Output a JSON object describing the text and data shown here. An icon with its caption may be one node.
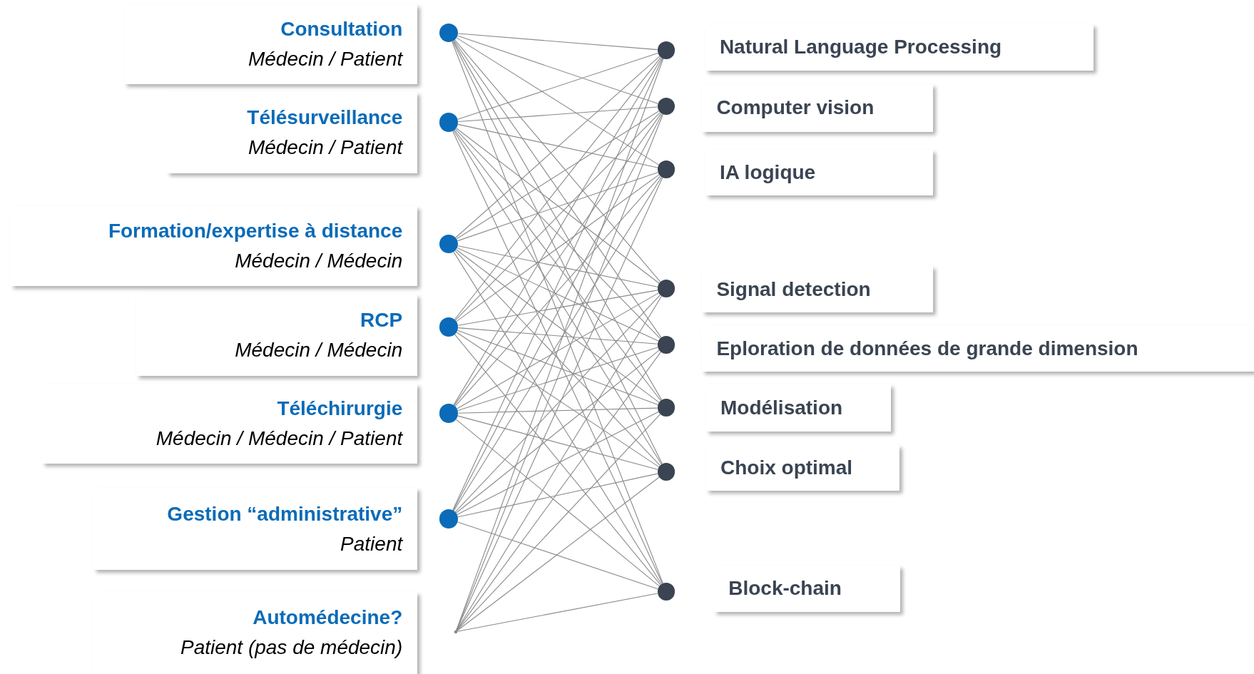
{
  "diagram": {
    "nodes": [
      {
        "text": [
          "Consultation",
          "Médecin / Patient"
        ]
      },
      {
        "text": [
          "Télésurveillance",
          "Médecin / Patient"
        ]
      },
      {
        "text": [
          "Formation/expertise à distance",
          "Médecin / Médecin"
        ]
      },
      {
        "text": [
          "RCP",
          "Médecin / Médecin"
        ]
      },
      {
        "text": [
          "Téléchirurgie",
          "Médecin / Médecin / Patient"
        ]
      },
      {
        "text": [
          "Gestion “administrative”",
          "Patient"
        ]
      },
      {
        "text": [
          "Automédecine?",
          "Patient (pas de médecin)"
        ]
      },
      {
        "text": [],
        "shape": "circle"
      },
      {
        "text": [],
        "shape": "circle"
      },
      {
        "text": [],
        "shape": "circle"
      },
      {
        "text": [],
        "shape": "circle"
      },
      {
        "text": [],
        "shape": "circle"
      },
      {
        "text": [],
        "shape": "circle"
      },
      {
        "text": [],
        "shape": "point"
      },
      {
        "text": [],
        "shape": "circle"
      },
      {
        "text": [],
        "shape": "circle"
      },
      {
        "text": [],
        "shape": "circle"
      },
      {
        "text": [],
        "shape": "circle"
      },
      {
        "text": [],
        "shape": "circle"
      },
      {
        "text": [],
        "shape": "circle"
      },
      {
        "text": [],
        "shape": "circle"
      },
      {
        "text": [],
        "shape": "circle"
      },
      {
        "text": [
          "Natural Language Processing"
        ]
      },
      {
        "text": [
          "Computer vision"
        ]
      },
      {
        "text": [
          "IA logique"
        ]
      },
      {
        "text": [
          "Signal detection"
        ]
      },
      {
        "text": [
          "Eploration de données de grande dimension"
        ]
      },
      {
        "text": [
          "Modélisation"
        ]
      },
      {
        "text": [
          "Choix optimal"
        ]
      },
      {
        "text": [
          "Block-chain"
        ]
      }
    ],
    "edges": [
      {
        "from": 7,
        "to": 14,
        "arrow": "none"
      },
      {
        "from": 7,
        "to": 15,
        "arrow": "none"
      },
      {
        "from": 7,
        "to": 16,
        "arrow": "none"
      },
      {
        "from": 7,
        "to": 17,
        "arrow": "none"
      },
      {
        "from": 7,
        "to": 18,
        "arrow": "none"
      },
      {
        "from": 7,
        "to": 19,
        "arrow": "none"
      },
      {
        "from": 7,
        "to": 20,
        "arrow": "none"
      },
      {
        "from": 7,
        "to": 21,
        "arrow": "none"
      },
      {
        "from": 8,
        "to": 14,
        "arrow": "none"
      },
      {
        "from": 8,
        "to": 15,
        "arrow": "none"
      },
      {
        "from": 8,
        "to": 16,
        "arrow": "none"
      },
      {
        "from": 8,
        "to": 17,
        "arrow": "none"
      },
      {
        "from": 8,
        "to": 18,
        "arrow": "none"
      },
      {
        "from": 8,
        "to": 19,
        "arrow": "none"
      },
      {
        "from": 8,
        "to": 20,
        "arrow": "none"
      },
      {
        "from": 8,
        "to": 21,
        "arrow": "none"
      },
      {
        "from": 9,
        "to": 14,
        "arrow": "none"
      },
      {
        "from": 9,
        "to": 15,
        "arrow": "none"
      },
      {
        "from": 9,
        "to": 16,
        "arrow": "none"
      },
      {
        "from": 9,
        "to": 17,
        "arrow": "none"
      },
      {
        "from": 9,
        "to": 18,
        "arrow": "none"
      },
      {
        "from": 9,
        "to": 19,
        "arrow": "none"
      },
      {
        "from": 9,
        "to": 20,
        "arrow": "none"
      },
      {
        "from": 9,
        "to": 21,
        "arrow": "none"
      },
      {
        "from": 10,
        "to": 14,
        "arrow": "none"
      },
      {
        "from": 10,
        "to": 15,
        "arrow": "none"
      },
      {
        "from": 10,
        "to": 16,
        "arrow": "none"
      },
      {
        "from": 10,
        "to": 17,
        "arrow": "none"
      },
      {
        "from": 10,
        "to": 18,
        "arrow": "none"
      },
      {
        "from": 10,
        "to": 19,
        "arrow": "none"
      },
      {
        "from": 10,
        "to": 20,
        "arrow": "none"
      },
      {
        "from": 10,
        "to": 21,
        "arrow": "none"
      },
      {
        "from": 11,
        "to": 14,
        "arrow": "none"
      },
      {
        "from": 11,
        "to": 15,
        "arrow": "none"
      },
      {
        "from": 11,
        "to": 16,
        "arrow": "none"
      },
      {
        "from": 11,
        "to": 17,
        "arrow": "none"
      },
      {
        "from": 11,
        "to": 18,
        "arrow": "none"
      },
      {
        "from": 11,
        "to": 19,
        "arrow": "none"
      },
      {
        "from": 11,
        "to": 20,
        "arrow": "none"
      },
      {
        "from": 11,
        "to": 21,
        "arrow": "none"
      },
      {
        "from": 12,
        "to": 14,
        "arrow": "none"
      },
      {
        "from": 12,
        "to": 15,
        "arrow": "none"
      },
      {
        "from": 12,
        "to": 16,
        "arrow": "none"
      },
      {
        "from": 12,
        "to": 17,
        "arrow": "none"
      },
      {
        "from": 12,
        "to": 18,
        "arrow": "none"
      },
      {
        "from": 12,
        "to": 19,
        "arrow": "none"
      },
      {
        "from": 12,
        "to": 20,
        "arrow": "none"
      },
      {
        "from": 12,
        "to": 21,
        "arrow": "none"
      },
      {
        "from": 13,
        "to": 14,
        "arrow": "none"
      },
      {
        "from": 13,
        "to": 15,
        "arrow": "none"
      },
      {
        "from": 13,
        "to": 16,
        "arrow": "none"
      },
      {
        "from": 13,
        "to": 17,
        "arrow": "none"
      },
      {
        "from": 13,
        "to": 18,
        "arrow": "none"
      },
      {
        "from": 13,
        "to": 19,
        "arrow": "none"
      },
      {
        "from": 13,
        "to": 20,
        "arrow": "none"
      },
      {
        "from": 13,
        "to": 21,
        "arrow": "none"
      }
    ]
  }
}
